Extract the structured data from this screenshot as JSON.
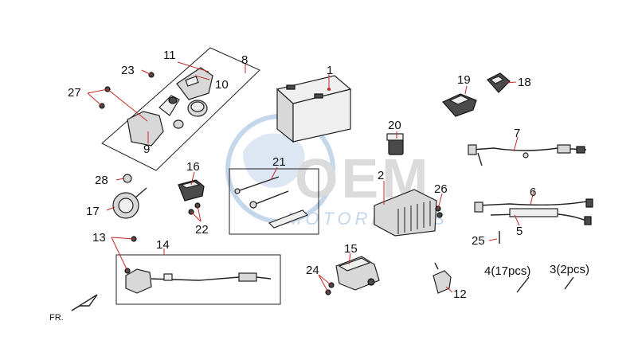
{
  "colors": {
    "leader": "#c62828",
    "watermark_blue": "#5b8fc7",
    "watermark_gray": "#9a9a9a"
  },
  "watermark": {
    "line1": "OEM",
    "line2": "MOTORPARTS"
  },
  "orientation": {
    "label": "FR."
  },
  "callouts": {
    "c1": "1",
    "c2": "2",
    "c3": "3(2pcs)",
    "c4": "4(17pcs)",
    "c5": "5",
    "c6": "6",
    "c7": "7",
    "c8": "8",
    "c9": "9",
    "c10": "10",
    "c11": "11",
    "c12": "12",
    "c13": "13",
    "c14": "14",
    "c15": "15",
    "c16": "16",
    "c17": "17",
    "c18": "18",
    "c19": "19",
    "c20": "20",
    "c21": "21",
    "c22": "22",
    "c23": "23",
    "c24": "24",
    "c25": "25",
    "c26": "26",
    "c27": "27",
    "c28": "28"
  }
}
